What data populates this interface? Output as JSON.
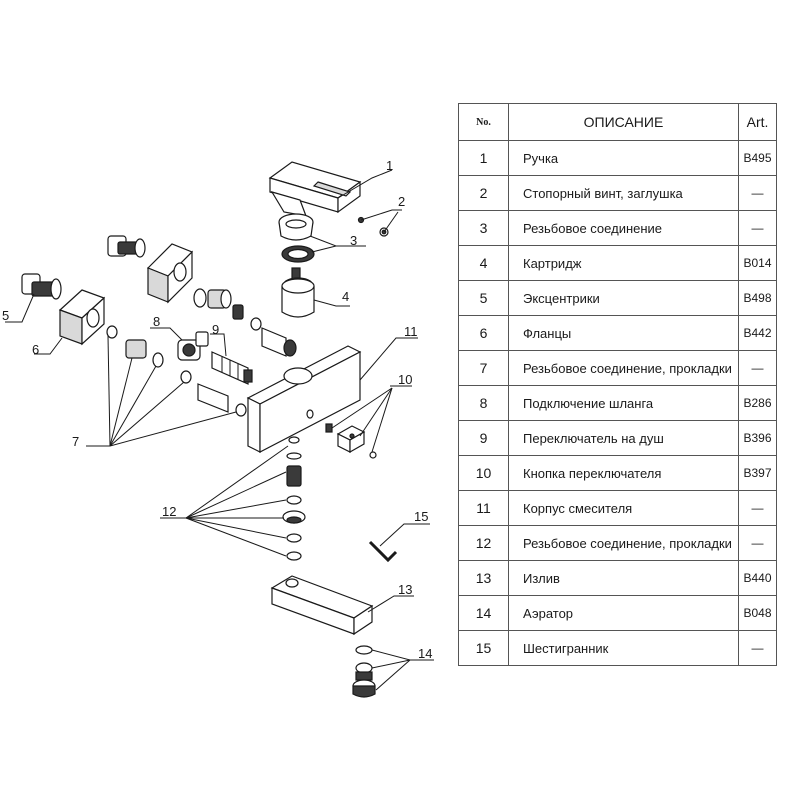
{
  "table": {
    "headers": {
      "no": "No.",
      "description": "ОПИСАНИЕ",
      "art": "Art."
    },
    "rows": [
      {
        "no": "1",
        "description": "Ручка",
        "art": "B495"
      },
      {
        "no": "2",
        "description": "Стопорный винт, заглушка",
        "art": "—"
      },
      {
        "no": "3",
        "description": "Резьбовое соединение",
        "art": "—"
      },
      {
        "no": "4",
        "description": "Картридж",
        "art": "B014"
      },
      {
        "no": "5",
        "description": "Эксцентрики",
        "art": "B498"
      },
      {
        "no": "6",
        "description": "Фланцы",
        "art": "B442"
      },
      {
        "no": "7",
        "description": "Резьбовое соединение, прокладки",
        "art": "—"
      },
      {
        "no": "8",
        "description": "Подключение шланга",
        "art": "B286"
      },
      {
        "no": "9",
        "description": "Переключатель на душ",
        "art": "B396"
      },
      {
        "no": "10",
        "description": "Кнопка переключателя",
        "art": "B397"
      },
      {
        "no": "11",
        "description": "Корпус смесителя",
        "art": "—"
      },
      {
        "no": "12",
        "description": "Резьбовое соединение, прокладки",
        "art": "—"
      },
      {
        "no": "13",
        "description": "Излив",
        "art": "B440"
      },
      {
        "no": "14",
        "description": "Аэратор",
        "art": "B048"
      },
      {
        "no": "15",
        "description": "Шестигранник",
        "art": "—"
      }
    ]
  },
  "callouts": {
    "c1": "1",
    "c2": "2",
    "c3": "3",
    "c4": "4",
    "c5": "5",
    "c6": "6",
    "c7": "7",
    "c8": "8",
    "c9": "9",
    "c10": "10",
    "c11": "11",
    "c12": "12",
    "c13": "13",
    "c14": "14",
    "c15": "15"
  }
}
